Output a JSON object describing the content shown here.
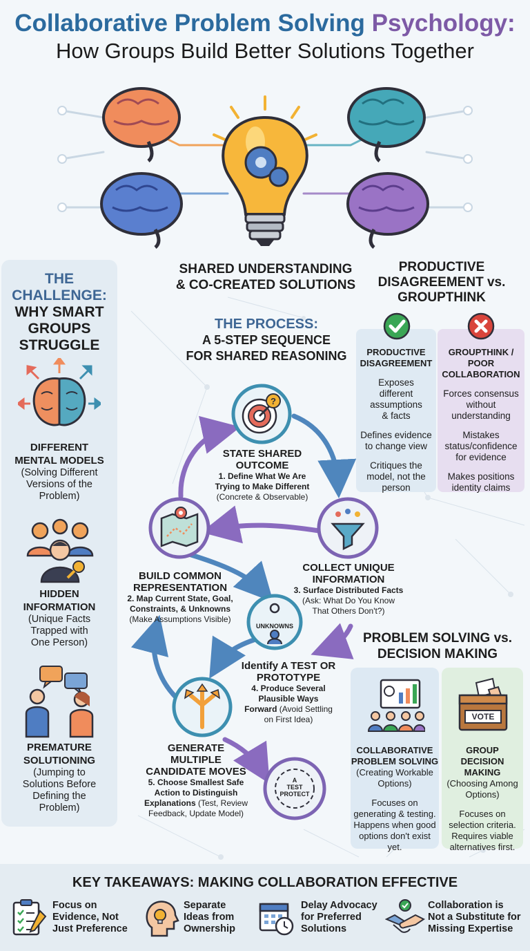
{
  "title": {
    "part1": "Collaborative Problem Solving",
    "part2": "Psychology:",
    "line2": "How Groups Build Better Solutions Together"
  },
  "banner": {
    "line1": "SHARED UNDERSTANDING",
    "line2": "& CO-CREATED SOLUTIONS"
  },
  "challenge": {
    "heading1": "THE",
    "heading2": "CHALLENGE:",
    "heading3": "WHY SMART",
    "heading4": "GROUPS",
    "heading5": "STRUGGLE",
    "items": [
      {
        "title1": "DIFFERENT",
        "title2": "MENTAL MODELS",
        "desc1": "(Solving Different",
        "desc2": "Versions of the",
        "desc3": "Problem)"
      },
      {
        "title1": "HIDDEN",
        "title2": "INFORMATION",
        "desc1": "(Unique Facts",
        "desc2": "Trapped with",
        "desc3": "One Person)"
      },
      {
        "title1": "PREMATURE",
        "title2": "SOLUTIONING",
        "desc1": "(Jumping to",
        "desc2": "Solutions Before",
        "desc3": "Defining the",
        "desc4": "Problem)"
      }
    ]
  },
  "disagreement": {
    "title1": "PRODUCTIVE",
    "title2": "DISAGREEMENT vs.",
    "title3": "GROUPTHINK",
    "productive": {
      "heading1": "PRODUCTIVE",
      "heading2": "DISAGREEMENT",
      "p1a": "Exposes different",
      "p1b": "assumptions",
      "p1c": "& facts",
      "p2a": "Defines evidence",
      "p2b": "to change view",
      "p3a": "Critiques the",
      "p3b": "model, not the",
      "p3c": "person"
    },
    "groupthink": {
      "heading1": "GROUPTHINK / POOR",
      "heading2": "COLLABORATION",
      "p1a": "Forces consensus",
      "p1b": "without",
      "p1c": "understanding",
      "p2a": "Mistakes",
      "p2b": "status/confidence",
      "p2c": "for evidence",
      "p3a": "Makes positions",
      "p3b": "identity claims"
    }
  },
  "process": {
    "heading1": "THE PROCESS:",
    "heading2": "A 5-STEP SEQUENCE",
    "heading3": "FOR SHARED REASONING",
    "unknowns_label": "UNKNOWNS",
    "test_label1": "A",
    "test_label2": "TEST",
    "test_label3": "PROTECT",
    "steps": [
      {
        "h1": "STATE SHARED",
        "h2": "OUTCOME",
        "d1": "1. Define What We Are",
        "d2": "Trying to Make Different",
        "n1": "(Concrete & Observable)"
      },
      {
        "h1": "COLLECT UNIQUE",
        "h2": "INFORMATION",
        "d1": "3. Surface Distributed Facts",
        "n1": "(Ask: What Do You Know",
        "n2": "That Others Don't?)"
      },
      {
        "h1": "BUILD COMMON",
        "h2": "REPRESENTATION",
        "d1": "2. Map Current State, Goal,",
        "d2": "Constraints, & Unknowns",
        "n1": "(Make Assumptions Visible)"
      },
      {
        "h1": "Identify A TEST OR",
        "h2": "PROTOTYPE",
        "d1": "4. Produce Several",
        "d2": "Plausible Ways",
        "d3": "Forward",
        "n1": " (Avoid Settling",
        "n2": "on First Idea)"
      },
      {
        "h1": "GENERATE",
        "h2": "MULTIPLE",
        "h3": "CANDIDATE MOVES",
        "d1": "5. Choose Smallest Safe",
        "d2": "Action to Distinguish",
        "d3": "Explanations",
        "n1": " (Test, Review",
        "n2": "Feedback, Update Model)"
      }
    ]
  },
  "pvd": {
    "title1": "PROBLEM SOLVING vs.",
    "title2": "DECISION MAKING",
    "vote_label": "VOTE",
    "cps": {
      "h1": "COLLABORATIVE",
      "h2": "PROBLEM SOLVING",
      "s1": "(Creating Workable",
      "s2": "Options)",
      "p1": "Focuses on",
      "p2": "generating & testing.",
      "p3": "Happens when good",
      "p4": "options don't exist",
      "p5": "yet."
    },
    "gdm": {
      "h1": "GROUP",
      "h2": "DECISION",
      "h3": "MAKING",
      "s1": "(Choosing Among",
      "s2": "Options)",
      "p1": "Focuses on",
      "p2": "selection criteria.",
      "p3": "Requires viable",
      "p4": "alternatives first."
    }
  },
  "takeaways": {
    "heading": "KEY TAKEAWAYS: MAKING COLLABORATION EFFECTIVE",
    "items": [
      {
        "l1": "Focus on",
        "l2": "Evidence, Not",
        "l3": "Just Preference"
      },
      {
        "l1": "Separate",
        "l2": "Ideas from",
        "l3": "Ownership"
      },
      {
        "l1": "Delay Advocacy",
        "l2": "for Preferred",
        "l3": "Solutions"
      },
      {
        "l1": "Collaboration is",
        "l2": "Not a Substitute for",
        "l3": "Missing Expertise"
      }
    ]
  },
  "colors": {
    "title_blue": "#2b6a9e",
    "title_purple": "#7d5aa6",
    "productive_bg": "#dfeaf3",
    "groupthink_bg": "#e7def0",
    "cps_bg": "#dde9f3",
    "gdm_bg": "#e0efe0",
    "check_green": "#3aa655",
    "cross_red": "#d9453c"
  }
}
